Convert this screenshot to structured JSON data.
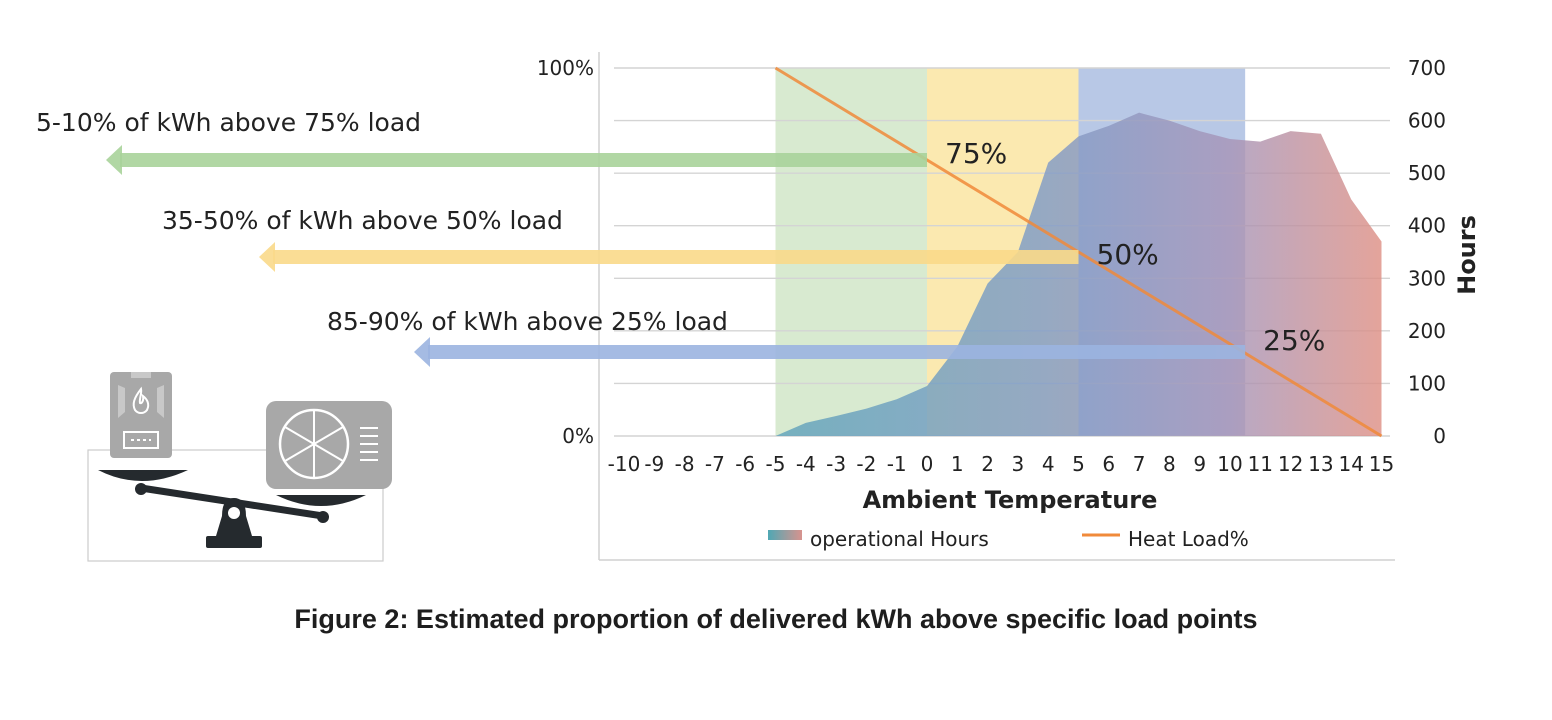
{
  "caption": "Figure 2: Estimated proportion of delivered kWh above specific load points",
  "chart_data": {
    "type": "area",
    "xlabel": "Ambient Temperature",
    "y2label": "Hours",
    "x": [
      -10,
      -9,
      -8,
      -7,
      -6,
      -5,
      -4,
      -3,
      -2,
      -1,
      0,
      1,
      2,
      3,
      4,
      5,
      6,
      7,
      8,
      9,
      10,
      11,
      12,
      13,
      14,
      15
    ],
    "x_tick_labels": [
      "-10",
      "-9",
      "-8",
      "-7",
      "-6",
      "-5",
      "-4",
      "-3",
      "-2",
      "-1",
      "0",
      "1",
      "2",
      "3",
      "4",
      "5",
      "6",
      "7",
      "8",
      "9",
      "10",
      "11",
      "12",
      "13",
      "14",
      "15"
    ],
    "y_left_ticks": [
      "100%",
      "0%"
    ],
    "y_right_ticks": [
      "700",
      "600",
      "500",
      "400",
      "300",
      "200",
      "100",
      "0"
    ],
    "ylim_left": [
      0,
      100
    ],
    "ylim_right": [
      0,
      700
    ],
    "series": [
      {
        "name": "operational Hours",
        "axis": "right",
        "values": [
          0,
          0,
          0,
          0,
          0,
          0,
          25,
          38,
          52,
          70,
          95,
          170,
          290,
          350,
          520,
          570,
          590,
          615,
          600,
          580,
          565,
          560,
          580,
          575,
          450,
          370
        ]
      },
      {
        "name": "Heat Load%",
        "axis": "left",
        "points": [
          [
            -5,
            100
          ],
          [
            15,
            0
          ]
        ],
        "color": "#f08a3a"
      }
    ],
    "bands": [
      {
        "from": -5,
        "to": 0,
        "color": "#d8ead0"
      },
      {
        "from": 0,
        "to": 5,
        "color": "#fbe9b0"
      },
      {
        "from": 5,
        "to": 10.5,
        "color": "#b8c8e6"
      }
    ],
    "load_markers": [
      {
        "label": "75%",
        "x": 0,
        "y": 75
      },
      {
        "label": "50%",
        "x": 5,
        "y": 50
      },
      {
        "label": "25%",
        "x": 10.5,
        "y": 25
      }
    ],
    "callouts": [
      {
        "label": "5-10% of kWh above 75% load",
        "color": "#a9d39a",
        "to_x": 0
      },
      {
        "label": "35-50% of kWh above 50% load",
        "color": "#f9d98a",
        "to_x": 5
      },
      {
        "label": "85-90% of kWh above 25% load",
        "color": "#9bb4e0",
        "to_x": 10.5
      }
    ],
    "grid": true,
    "legend_position": "bottom",
    "legend": [
      {
        "label": "operational Hours",
        "kind": "gradient-swatch"
      },
      {
        "label": "Heat Load%",
        "kind": "line",
        "color": "#f08a3a"
      }
    ]
  },
  "illustration": {
    "icon": "balance-scale-icon",
    "left_item": "gas-boiler-icon",
    "right_item": "heat-pump-icon"
  }
}
